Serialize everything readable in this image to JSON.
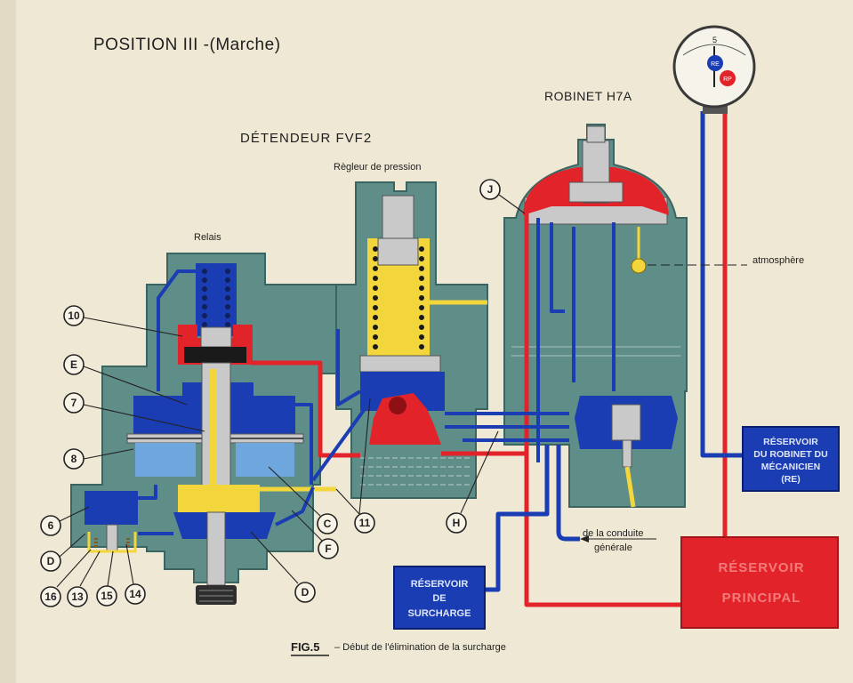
{
  "title": "POSITION III -(Marche)",
  "labels": {
    "detendeur": "DÉTENDEUR FVF2",
    "regleur": "Règleur de pression",
    "robinet": "ROBINET H7A",
    "relais": "Relais",
    "atmosphere": "atmosphère",
    "conduite_line1": "de la conduite",
    "conduite_line2": "générale"
  },
  "gauge": {
    "scale": "5",
    "needle_re": "RE",
    "needle_rp": "RP"
  },
  "reservoirs": {
    "re": [
      "RÉSERVOIR",
      "DU ROBINET DU",
      "MÉCANICIEN",
      "(RE)"
    ],
    "surcharge": [
      "RÉSERVOIR",
      "DE",
      "SURCHARGE"
    ],
    "principal": [
      "RÉSERVOIR",
      "PRINCIPAL"
    ]
  },
  "callouts": [
    "10",
    "E",
    "7",
    "8",
    "6",
    "D",
    "16",
    "13",
    "15",
    "14",
    "D",
    "F",
    "C",
    "11",
    "H",
    "J"
  ],
  "caption": {
    "fig": "FIG.5",
    "text": "– Début de l'élimination de la surcharge"
  },
  "colors": {
    "background": "#efe8d4",
    "body": "#5f8d88",
    "blue": "#1b3db3",
    "red": "#e3232a",
    "yellow": "#f3d63c",
    "light_blue": "#6da7de",
    "grey": "#c9c9c9"
  }
}
